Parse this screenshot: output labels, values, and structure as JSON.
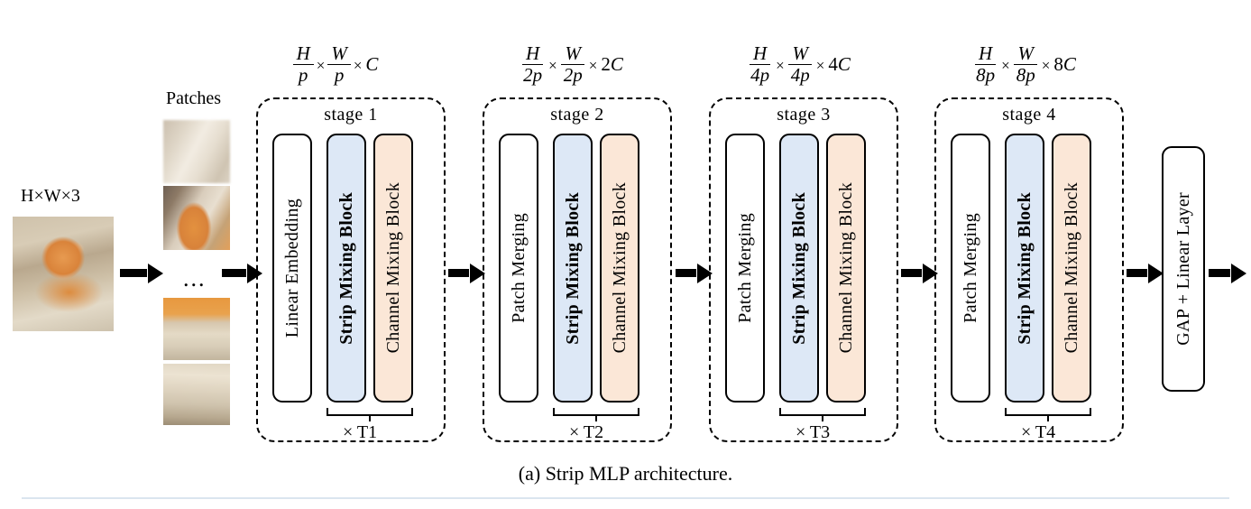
{
  "figure": {
    "caption": "(a) Strip MLP architecture.",
    "input_label": "H×W×3",
    "patches_label": "Patches",
    "patches_ellipsis": "...",
    "colors": {
      "strip_block_fill": "#dde8f6",
      "channel_block_fill": "#fbe7d7",
      "outline": "#000000",
      "background": "#ffffff",
      "rule": "#dbe5ef"
    }
  },
  "dim_labels": [
    {
      "id": "dim-stage-1",
      "numerators": [
        "H",
        "W"
      ],
      "denominators": [
        "p",
        "p"
      ],
      "channels": "C",
      "channel_coefficient": "",
      "text": "H/p × W/p × C"
    },
    {
      "id": "dim-stage-2",
      "numerators": [
        "H",
        "W"
      ],
      "denominators": [
        "2p",
        "2p"
      ],
      "channels": "C",
      "channel_coefficient": "2",
      "text": "H/2p × W/2p × 2C"
    },
    {
      "id": "dim-stage-3",
      "numerators": [
        "H",
        "W"
      ],
      "denominators": [
        "4p",
        "4p"
      ],
      "channels": "C",
      "channel_coefficient": "4",
      "text": "H/4p × W/4p × 4C"
    },
    {
      "id": "dim-stage-4",
      "numerators": [
        "H",
        "W"
      ],
      "denominators": [
        "8p",
        "8p"
      ],
      "channels": "C",
      "channel_coefficient": "8",
      "text": "H/8p × W/8p × 8C"
    }
  ],
  "stages": [
    {
      "title": "stage 1",
      "first_block": "Linear Embedding",
      "strip_block": "Strip Mixing Block",
      "channel_block": "Channel Mixing Block",
      "multiplier": "× T1"
    },
    {
      "title": "stage 2",
      "first_block": "Patch Merging",
      "strip_block": "Strip Mixing Block",
      "channel_block": "Channel Mixing Block",
      "multiplier": "× T2"
    },
    {
      "title": "stage 3",
      "first_block": "Patch Merging",
      "strip_block": "Strip Mixing Block",
      "channel_block": "Channel Mixing Block",
      "multiplier": "× T3"
    },
    {
      "title": "stage 4",
      "first_block": "Patch Merging",
      "strip_block": "Strip Mixing Block",
      "channel_block": "Channel Mixing Block",
      "multiplier": "× T4"
    }
  ],
  "head": {
    "label": "GAP + Linear Layer"
  },
  "images": {
    "input": "cat-photo-orange-tabby",
    "patch_1": "patch-blurred-fur",
    "patch_2": "patch-cat-ear",
    "patch_3": "patch-orange-fur-cushion",
    "patch_4": "patch-cushion-fur"
  }
}
